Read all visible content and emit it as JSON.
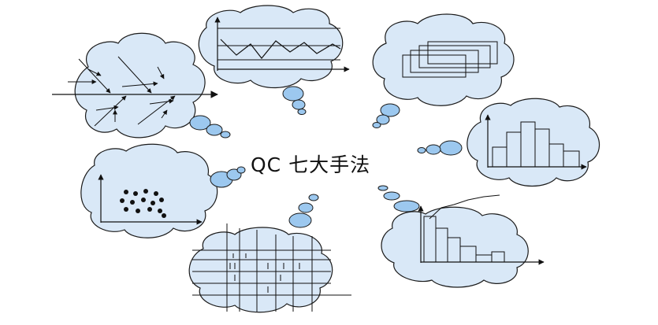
{
  "title": "QC 七大手法",
  "colors": {
    "cloud": "#d9e8f7",
    "bubble": "#9cc8ef",
    "line": "#111111"
  },
  "clouds": [
    {
      "name": "cause-and-effect-diagram"
    },
    {
      "name": "control-chart"
    },
    {
      "name": "stratification"
    },
    {
      "name": "histogram"
    },
    {
      "name": "scatter-diagram"
    },
    {
      "name": "check-sheet"
    },
    {
      "name": "pareto-chart"
    }
  ]
}
